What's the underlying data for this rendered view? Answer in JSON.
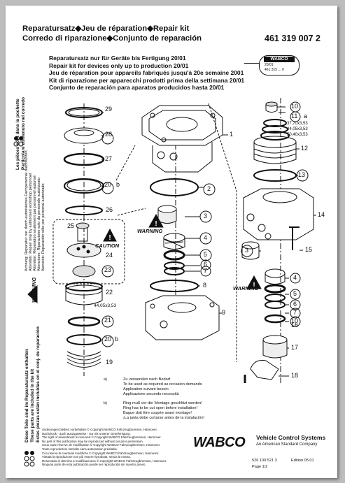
{
  "header": {
    "line1": "Reparatursatz◆Jeu de réparation◆Repair kit",
    "line2": "Corredo di riparazione◆Conjunto de reparación",
    "part_number": "461 319 007 2"
  },
  "intro": [
    "Reparatursatz nur für Geräte bis Fertigung 20/01",
    "Repair kit for devices only up to production 20/01",
    "Jeu de réparation pour appareils fabriqués jusqu'à 20e semaine 2001",
    "Kit di riparazione per apparecchi prodotti prima della settimana 20/01",
    "Conjunto de reparación para aparatos producidos hasta 20/01"
  ],
  "label_box": {
    "brand": "WABCO",
    "line1": "20/01",
    "line2": "461 315 ...     0"
  },
  "part_labels": {
    "p1": "1",
    "p2": "2",
    "p3": "3",
    "p4": "4",
    "p5": "5",
    "p6": "6",
    "p7": "7",
    "p8": "8",
    "p9": "9",
    "p10": "10",
    "p11": "11",
    "p11a": "a",
    "p12": "12",
    "p13": "13",
    "p14": "14",
    "p15": "15",
    "p16": "16",
    "p17": "17",
    "p18": "18",
    "p19": "19",
    "p20": "20",
    "p20b": "b",
    "p21": "21",
    "p22": "22",
    "p23": "23",
    "p24": "24",
    "p25": "25",
    "p26": "26",
    "p27": "27",
    "p28": "28",
    "p29": "29"
  },
  "dims": {
    "d1": "37,70x3,53",
    "d2": "44,05x3,53",
    "d3": "50,40x3,53",
    "d4": "44,05x3,53"
  },
  "warnings": {
    "warning": "WARNING",
    "caution": "CAUTION"
  },
  "notes": {
    "a_label": "a)",
    "a_lines": [
      "Zu verwenden nach Bedarf",
      "To be used as required as occasion demands",
      "Application suivant besoin",
      "Applicazione secondo necessità"
    ],
    "b_label": "b)",
    "b_lines": [
      "Ring muß vor der Montage geschlitzt werden!",
      "Ring has to be cut open before installation!",
      "Bague doit être coupée avant montage!",
      "¡La junta debe cortarse antes de la instalación!"
    ]
  },
  "side_left": {
    "fr": "Les pièces sont dans la pochette",
    "it": "Particolare contenuto nel corredo",
    "small1": "Achtung: Reparatur nur durch autorisiertes Fachpersonal durchführen",
    "small2": "Attention: Repair only by authorised workshop personnel",
    "small3": "Attention: Réparation seulement par personnel autorisé",
    "small4": "Attenzione: Riparazione solo da personale autorizzato",
    "small5": "Atención: Reparación sólo por personal autorizado",
    "de": "Diese Teile sind im Reparatursatz enthalten",
    "en": "These parts are included in the kit",
    "es": "Estas piezas están incluidas en el conj. de reparación"
  },
  "footer": {
    "lines": [
      "Änderungen bleiben vorbehalten © Copyright WABCO Fahrzeugbremsen, Hannover.",
      "Nachdruck - auch auszugsweise - nur mit unserer Genehmigung.",
      "The right of amendment is reserved © Copyright WABCO Fahrzeugbremsen, Hannover.",
      "No part of this publication may be reproduced without our prior permission.",
      "Sous toute réserve de modification © Copyright WABCO Fahrzeugbremsen, Hannover.",
      "Toute reproduction interdite sans autorisation préalable.",
      "Con riserva di eventuali modifiche © Copyright WABCO Fahrzeugbremsen, Hannover.",
      "Vietata la riproduzione non più essere riprodotta, senza la nostra.",
      "Reservado el derecho a modificaciones © Copyright WABCO Fahrzeugbremsen, Hannover.",
      "Ninguna parte de esta publicación puede ser reproducida sin nuestro previo."
    ],
    "brand": "WABCO",
    "company": "Vehicle Control Systems",
    "company2": "An American Standard Company",
    "doc_number": "526 100 521 3",
    "edition": "Edition  05.01",
    "page": "Page 1/2"
  }
}
